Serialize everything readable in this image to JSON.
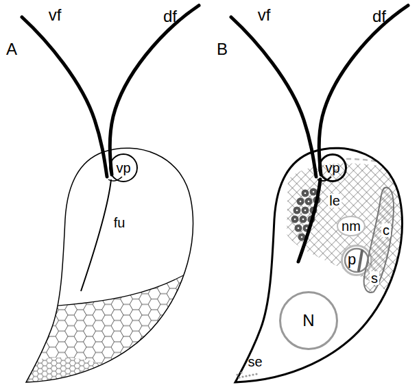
{
  "diagram": {
    "nodes": [
      {
        "text": [
          "vp"
        ]
      },
      {
        "text": [
          "vp"
        ]
      },
      {
        "text": [
          "nm"
        ]
      },
      {
        "text": [
          "p"
        ]
      },
      {
        "text": [
          "N"
        ]
      },
      {
        "text": [
          "c"
        ]
      }
    ],
    "labels": [
      "A",
      "vf",
      "df",
      "fu",
      "B",
      "vf",
      "df",
      "le",
      "s",
      "se"
    ]
  }
}
